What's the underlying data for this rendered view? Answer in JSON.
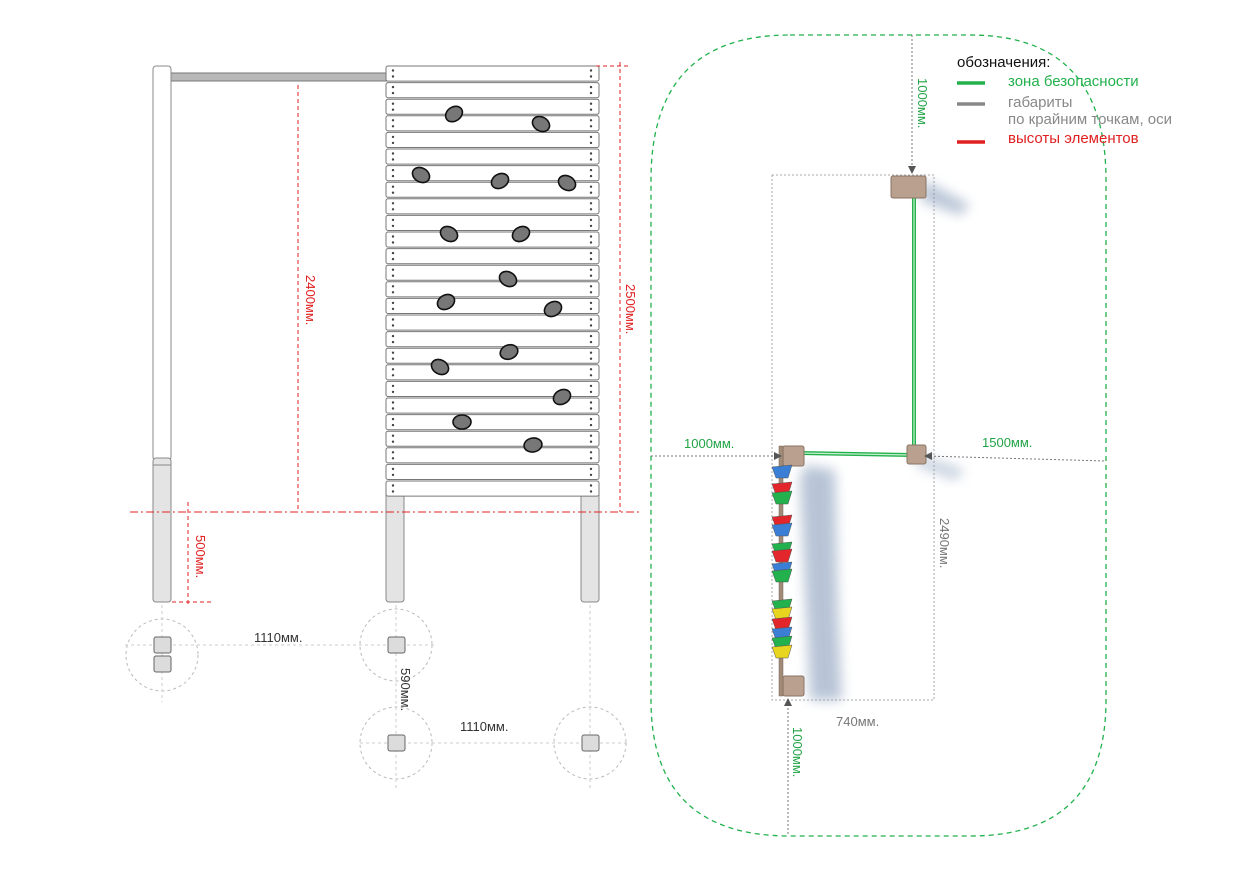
{
  "legend": {
    "title": "обозначения:",
    "items": [
      {
        "label": "зона безопасности",
        "color": "#22b14c"
      },
      {
        "label": "габариты",
        "color": "#888888"
      },
      {
        "label": "по крайним точкам, оси",
        "color": "#888888"
      },
      {
        "label": "высоты элементов",
        "color": "#e02020"
      }
    ]
  },
  "elevation": {
    "height_main": "2400мм.",
    "height_total": "2500мм.",
    "depth_underground": "500мм."
  },
  "foundation": {
    "spacing_top": "1110мм.",
    "spacing_bottom": "1110мм.",
    "offset_vertical": "590мм."
  },
  "plan": {
    "safety_top": "1000мм.",
    "safety_left": "1000мм.",
    "safety_right": "1500мм.",
    "safety_bottom": "1000мм.",
    "length": "2490мм.",
    "width": "740мм."
  },
  "colors": {
    "safety": "#22b14c",
    "dimension_red": "#e02020",
    "gray": "#888888",
    "hold": "#777777",
    "post_wood": "#b9a08f"
  }
}
